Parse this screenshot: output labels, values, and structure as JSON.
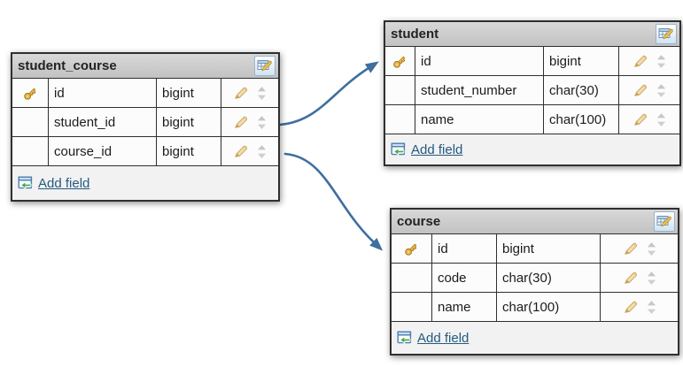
{
  "app": {
    "name": "database designer canvas",
    "background": "#ffffff"
  },
  "colors": {
    "link": "#235a81",
    "relation_arrow": "#3e6f9f",
    "table_header_bg": "#c9c9c9",
    "table_border": "#2f2f2f",
    "primary_key_gold": "#f4cb53",
    "pencil_tan": "#f2ddad",
    "sorter_gray": "#c9c9c9"
  },
  "icons": {
    "primary_key": "key-icon",
    "row_edit": "pencil-icon",
    "row_move": "move-up-down-icon",
    "header_button": "table-structure-edit-icon",
    "add_field": "add-field-table-icon"
  },
  "tables": [
    {
      "title": "student_course",
      "add_field_label": "Add field",
      "fields": [
        {
          "name": "id",
          "type": "bigint",
          "primary_key": true
        },
        {
          "name": "student_id",
          "type": "bigint",
          "primary_key": false
        },
        {
          "name": "course_id",
          "type": "bigint",
          "primary_key": false
        }
      ]
    },
    {
      "title": "student",
      "add_field_label": "Add field",
      "fields": [
        {
          "name": "id",
          "type": "bigint",
          "primary_key": true
        },
        {
          "name": "student_number",
          "type": "char(30)",
          "primary_key": false
        },
        {
          "name": "name",
          "type": "char(100)",
          "primary_key": false
        }
      ]
    },
    {
      "title": "course",
      "add_field_label": "Add field",
      "fields": [
        {
          "name": "id",
          "type": "bigint",
          "primary_key": true
        },
        {
          "name": "code",
          "type": "char(30)",
          "primary_key": false
        },
        {
          "name": "name",
          "type": "char(100)",
          "primary_key": false
        }
      ]
    }
  ],
  "relations": [
    {
      "from_table": "student_course",
      "from_field": "student_id",
      "to_table": "student",
      "to_field": "id"
    },
    {
      "from_table": "student_course",
      "from_field": "course_id",
      "to_table": "course",
      "to_field": "id"
    }
  ]
}
